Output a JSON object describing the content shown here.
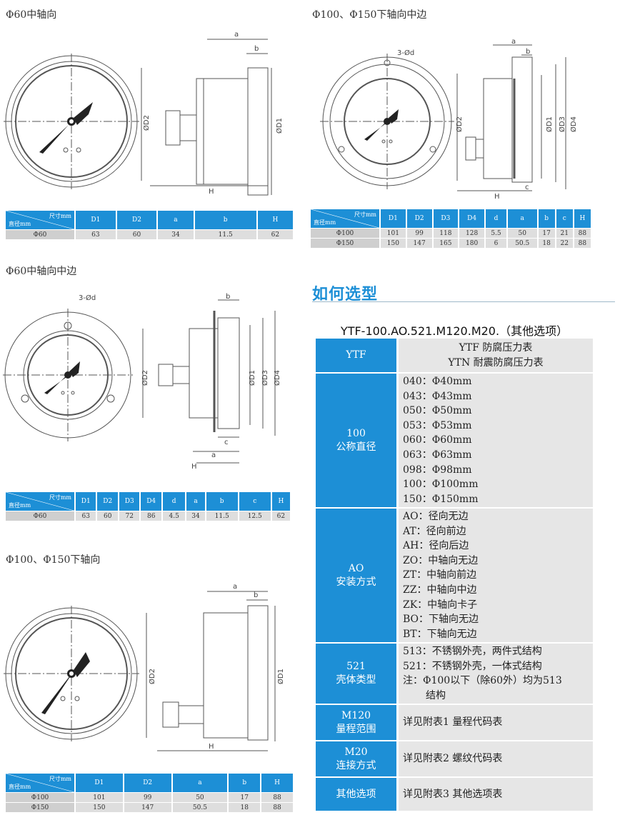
{
  "sections": {
    "s1_title": "Φ60中轴向",
    "s2_title": "Φ100、Φ150下轴向中边",
    "s3_title": "Φ60中轴向中边",
    "s4_title": "Φ100、Φ150下轴向"
  },
  "drawing_labels": {
    "a": "a",
    "b": "b",
    "c": "c",
    "H": "H",
    "D1": "ØD1",
    "D2": "ØD2",
    "D3": "ØD3",
    "D4": "ØD4",
    "holes": "3-Ød"
  },
  "table_corner": {
    "top": "尺寸mm",
    "bottom": "直径mm"
  },
  "table1": {
    "cols": [
      "D1",
      "D2",
      "a",
      "b",
      "H"
    ],
    "rows": [
      {
        "label": "Φ60",
        "cells": [
          "63",
          "60",
          "34",
          "11.5",
          "62"
        ]
      }
    ]
  },
  "table2": {
    "cols": [
      "D1",
      "D2",
      "D3",
      "D4",
      "d",
      "a",
      "b",
      "c",
      "H"
    ],
    "rows": [
      {
        "label": "Φ100",
        "cells": [
          "101",
          "99",
          "118",
          "128",
          "5.5",
          "50",
          "17",
          "21",
          "88"
        ]
      },
      {
        "label": "Φ150",
        "cells": [
          "150",
          "147",
          "165",
          "180",
          "6",
          "50.5",
          "18",
          "22",
          "88"
        ]
      }
    ]
  },
  "table3": {
    "cols": [
      "D1",
      "D2",
      "D3",
      "D4",
      "d",
      "a",
      "b",
      "c",
      "H"
    ],
    "rows": [
      {
        "label": "Φ60",
        "cells": [
          "63",
          "60",
          "72",
          "86",
          "4.5",
          "34",
          "11.5",
          "12.5",
          "62"
        ]
      }
    ]
  },
  "table4": {
    "cols": [
      "D1",
      "D2",
      "a",
      "b",
      "H"
    ],
    "rows": [
      {
        "label": "Φ100",
        "cells": [
          "101",
          "99",
          "50",
          "17",
          "88"
        ]
      },
      {
        "label": "Φ150",
        "cells": [
          "150",
          "147",
          "50.5",
          "18",
          "88"
        ]
      }
    ]
  },
  "how": {
    "title": "如何选型",
    "model": "YTF-100.AO.521.M120.M20.（其他选项）",
    "rows": [
      {
        "key": [
          "YTF"
        ],
        "values": [
          "YTF 防腐压力表",
          "YTN 耐震防腐压力表"
        ],
        "style": "center"
      },
      {
        "key": [
          "100",
          "公称直径"
        ],
        "values": [
          "040：Φ40mm",
          "043：Φ43mm",
          "050：Φ50mm",
          "053：Φ53mm",
          "060：Φ60mm",
          "063：Φ63mm",
          "098：Φ98mm",
          "100：Φ100mm",
          "150：Φ150mm"
        ],
        "style": "list"
      },
      {
        "key": [
          "AO",
          "安装方式"
        ],
        "values": [
          "AO：径向无边",
          "AT：径向前边",
          "AH：径向后边",
          "ZO：中轴向无边",
          "ZT：中轴向前边",
          "ZZ：中轴向中边",
          "ZK：中轴向卡子",
          "BO：下轴向无边",
          "BT：下轴向无边"
        ],
        "style": "list"
      },
      {
        "key": [
          "521",
          "壳体类型"
        ],
        "values": [
          "513：不锈钢外壳，两件式结构",
          "521：不锈钢外壳，一体式结构",
          "注：Φ100以下（除60外）均为513",
          "结构"
        ],
        "style": "list-note"
      },
      {
        "key": [
          "M120",
          "量程范围"
        ],
        "values": [
          "详见附表1  量程代码表"
        ],
        "style": "mid"
      },
      {
        "key": [
          "M20",
          "连接方式"
        ],
        "values": [
          "详见附表2  螺纹代码表"
        ],
        "style": "mid"
      },
      {
        "key": [
          "其他选项"
        ],
        "values": [
          "详见附表3  其他选项表"
        ],
        "style": "mid"
      }
    ]
  }
}
